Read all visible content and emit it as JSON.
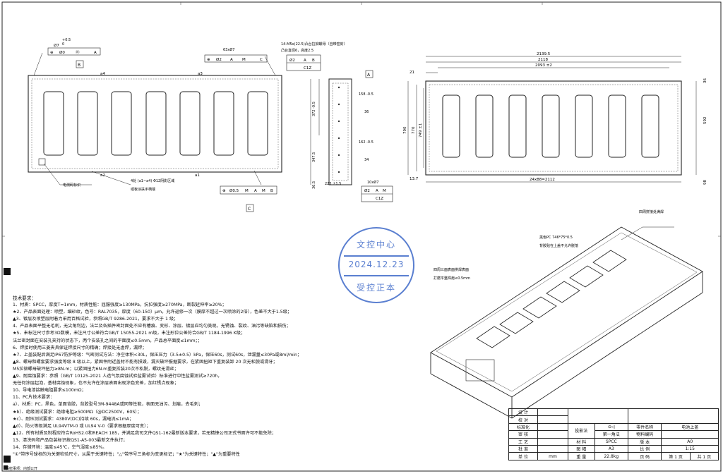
{
  "stamp": {
    "top": "文控中心",
    "date": "2024.12.23",
    "bottom": "受控正本"
  },
  "top_view": {
    "callouts": {
      "hole_dim": "+0.5",
      "hole_dim2": "0",
      "hole_dia": "Ø7",
      "pos_tol": "Ø0",
      "pos_tol2": "M",
      "datum_a": "A",
      "datum_b": "B",
      "flat_dim": "63xØ7",
      "flat_tol": "Ø2",
      "flat_tol2": "A",
      "flat_tol3": "M",
      "flat_tol4": "C",
      "a4": "a4",
      "a3": "a3",
      "a2": "a2",
      "a1": "a1",
      "note_label": "电测码标识",
      "corner_note": "4处 (a1~a4) Φ12阴影区域",
      "corner_note2": "或板涂扶手柄端",
      "bot_tol": "Ø0.5",
      "bot_tol2": "M",
      "bot_tol3": "A",
      "bot_tol4": "M",
      "bot_tol5": "B",
      "datum_c": "C"
    }
  },
  "section_view": {
    "head_note": "14-M5x(22.5)凸台拉铆螺母（自带密封）",
    "head_note2": "凸台直径6，高度2.5",
    "tol_a": "Ø2",
    "tol_b": "A",
    "tol_c": "B",
    "tol_d": "1",
    "tol_e": "C1Z",
    "d_158": "158 -0.5",
    "d_36": "36",
    "d_162": "162 -0.5",
    "d_34": "34",
    "d_372": "372 -0.5",
    "d_347": "347.5",
    "d_36_5": "36.5",
    "d_225": "225 ±1.5",
    "d_10x": "10xØ7",
    "d_bot_tol": "Ø2",
    "d_bot_tol2": "A",
    "d_bot_tol3": "M",
    "d_bot_tol4": "C1Z",
    "datum_a": "A"
  },
  "right_view": {
    "d_2139": "2139.5",
    "d_2118": "2118",
    "d_2093": "2093 ±2",
    "d_21": "21",
    "d_790": "790",
    "d_770": "770",
    "d_749": "749 ±1",
    "d_592": "592",
    "d_98": "98",
    "d_36": "36",
    "d_13_7": "13.7",
    "d_24x88": "24x88=2112"
  },
  "iso_view": {
    "note_top": "四周拼接处满焊",
    "note_tape": "黑色PC 746*75*0.5",
    "note_tape2": "背胶贴在上盖不允许脱落",
    "note_weld": "四周三面表面拼焊表面",
    "note_weld2": "打磨平整焊疤≤0.5mm"
  },
  "notes": {
    "header": "技术要求：",
    "lines": [
      "1、材质：SPCC，厚度T=1mm，材质性能：屈服强度≥130MPa，抗拉强度≥270MPa，断裂延伸率≥20%；",
      "★2、产品表面处理：喷塑，细砂纹，色号：RAL7035，厚度（60-150）μm，允许返修一次（膜厚不超过一次喷涂的2倍），色差不大于1.5级；",
      "▲3、镀层及喷塑层附着力采用百格试验，参照GB/T 9286-2021，要求不大于 1 级；",
      "4、产品表面平整无毛刺，无尖角利边，法兰及各插件密封面处不应有槽痕、变形、涂层、镀层应均匀美观，无锈蚀、裂纹、油污等缺陷和损伤；",
      "★5、未标注尺寸参考3D数模，未注尺寸公差符合GB/T 15055-2021 m级，未注形位公差符合GB/T 1184-1996 K级；",
      "法兰密封面在安装孔夹持的状态下，两个安装孔之间的平面度≤0.5mm，产品总平面度≤1mm；；",
      "6、焊接时使用三菱夹具保证焊接尺寸的精确；焊接处无虚焊，漏焊；",
      "★7、上盖装配后满足IP67防护等级：气密测试方法：净空体积<30L，保压压力（3.5±0.5）kPa，保压60s，测试60s，泄漏量≤30Pa或8ml/min；",
      "▲8、螺母和螺套要求强度等级 8 级以上，紧固件附近盖材不能有损毁，漏灭破坏报据要求，在紧固扭矩下重复装卸 20 次无松脱或滑牙；",
      "M5拉铆螺母破坏扭力≥8N.m；以紧固扭力6N.m重复拆装20次不松脱，螺纹无滑丝；",
      "▲9、耐腐蚀要求：参照（GB/T 10125-2021 人造气氛腐蚀试验盐雾试验）标准进行中性盐雾测试≥720h，",
      "无任何涂层起泡，基材腐蚀现象，也不允许在涂层表面出现涂色变差，加红锈点现象；",
      "10、导电漆接触电阻要求≤100mΩ；",
      "11、PC片技术要求：",
      "a）、材质：PC，黑色，单面背胶，背胶型号3M-9448A或同等性能，表面无油污、划痕，去毛刺；",
      "★b）、绝缘测试要求：绝缘电阻≥500MΩ（@DC2500V，60S）；",
      "★c）、耐压测试要求：4380V(DC)持续 60s，漏电流≤1mA；",
      "▲d）、防火等级满足 UL94VTM-0 或 UL94 V-0（要求根据厚度可变）；",
      "▲12、所有材质及制程应符合RoHS2.0和REACH 185，并满足我司文件QS1-162最新版本要求，若无精锋公司正式书面许可不能免除；",
      "13、清洗码和产品包装标识按QS1-A5-003最新文件执行；",
      "14、存储环境：温度≤45℃，空气湿度≤85%。",
      "\"①\"带序号球标的为关键检验尺寸，从属于关键特性；\"△\"带序号三角标为变更标记；\"★\"为关键特性；\"▲\"为重要特性"
    ]
  },
  "title_block": {
    "design": "设 计",
    "check": "校 对",
    "standard": "标准化",
    "review": "审 核",
    "process": "工 艺",
    "approve": "批 准",
    "unit": "单 位",
    "projection": "投影法",
    "projection2": "第一角法",
    "part_name_label": "零件名称",
    "part_name": "电池上盖",
    "part_code_label": "物料编码",
    "material_label": "材 料",
    "material": "SPCC",
    "version_label": "版 本",
    "version": "A0",
    "sheet_label": "图 幅",
    "sheet": "A3",
    "scale_label": "比 例",
    "scale": "1:15",
    "unit_val": "mm",
    "weight_label": "重 量",
    "weight": "22.8kg",
    "page_label": "页 码",
    "page": "第 1 页",
    "total": "共 1 页"
  },
  "footer": "保密事项：内部公开"
}
